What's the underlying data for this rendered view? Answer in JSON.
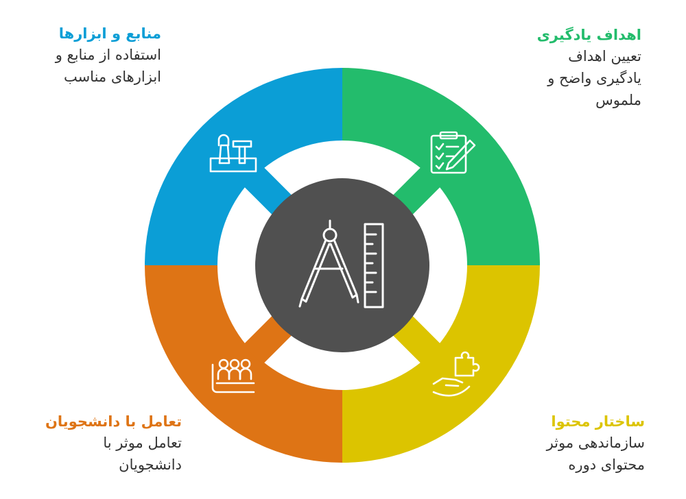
{
  "colors": {
    "resources": "#0B9ED6",
    "goals": "#23BC6C",
    "interaction": "#DE7415",
    "content": "#DCC400",
    "center": "#505050"
  },
  "segments": {
    "resources": {
      "icon": "toolbox-icon",
      "title": "منابع و ابزارها",
      "desc": [
        "استفاده از منابع و",
        "ابزارهای مناسب"
      ]
    },
    "goals": {
      "icon": "clipboard-checklist-icon",
      "title": "اهداف یادگیری",
      "desc": [
        "تعیین اهداف",
        "یادگیری واضح و",
        "ملموس"
      ]
    },
    "interaction": {
      "icon": "students-icon",
      "title": "تعامل با دانشجویان",
      "desc": [
        "تعامل موثر با",
        "دانشجویان"
      ]
    },
    "content": {
      "icon": "hand-puzzle-icon",
      "title": "ساختار محتوا",
      "desc": [
        "سازماندهی موثر",
        "محتوای دوره"
      ]
    }
  },
  "center": {
    "icon": "compass-ruler-icon"
  }
}
